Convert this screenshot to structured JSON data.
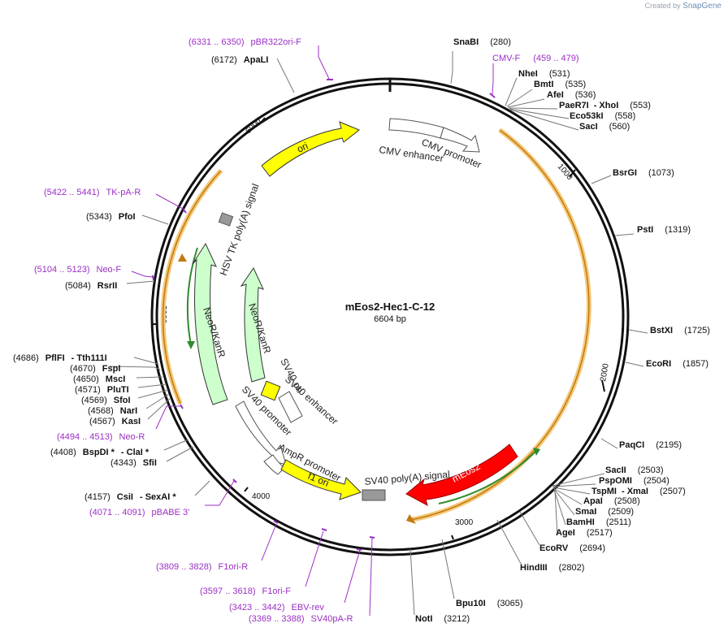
{
  "brand": {
    "prefix": "Created by",
    "name": "SnapGene"
  },
  "plasmid": {
    "name": "mEos2-Hec1-C-12",
    "length": "6604 bp"
  },
  "ticks": [
    "1000",
    "2000",
    "3000",
    "4000",
    "5000",
    "6000"
  ],
  "features": {
    "ori": "ori",
    "cmv_enhancer": "CMV enhancer",
    "cmv_promoter": "CMV promoter",
    "hsv_tk": "HSV TK poly(A) signal",
    "neor_outer": "NeoR/KanR",
    "neor_inner": "NeoR/KanR",
    "sv40_ori": "SV40 ori",
    "sv40_enhancer": "SV40 enhancer",
    "sv40_promoter": "SV40 promoter",
    "ampr_promoter": "AmpR promoter",
    "f1_ori": "f1 ori",
    "sv40_polya": "SV40 poly(A) signal",
    "meos2": "mEos2"
  },
  "sites": [
    {
      "name": "SnaBI",
      "pos": "(280)"
    },
    {
      "name": "NheI",
      "pos": "(531)"
    },
    {
      "name": "BmtI",
      "pos": "(535)"
    },
    {
      "name": "AfeI",
      "pos": "(536)"
    },
    {
      "name": "PaeR7I",
      "sep": "- XhoI",
      "pos": "(553)"
    },
    {
      "name": "Eco53kI",
      "pos": "(558)"
    },
    {
      "name": "SacI",
      "pos": "(560)"
    },
    {
      "name": "BsrGI",
      "pos": "(1073)"
    },
    {
      "name": "PstI",
      "pos": "(1319)"
    },
    {
      "name": "BstXI",
      "pos": "(1725)"
    },
    {
      "name": "EcoRI",
      "pos": "(1857)"
    },
    {
      "name": "PaqCI",
      "pos": "(2195)"
    },
    {
      "name": "SacII",
      "pos": "(2503)"
    },
    {
      "name": "PspOMI",
      "pos": "(2504)"
    },
    {
      "name": "TspMI",
      "sep": "- XmaI",
      "pos": "(2507)"
    },
    {
      "name": "ApaI",
      "pos": "(2508)"
    },
    {
      "name": "SmaI",
      "pos": "(2509)"
    },
    {
      "name": "BamHI",
      "pos": "(2511)"
    },
    {
      "name": "AgeI",
      "pos": "(2517)"
    },
    {
      "name": "EcoRV",
      "pos": "(2694)"
    },
    {
      "name": "HindIII",
      "pos": "(2802)"
    },
    {
      "name": "Bpu10I",
      "pos": "(3065)"
    },
    {
      "name": "NotI",
      "pos": "(3212)"
    },
    {
      "name": "ApaLI",
      "pos": "(6172)"
    },
    {
      "name": "PfoI",
      "pos": "(5343)"
    },
    {
      "name": "RsrII",
      "pos": "(5084)"
    },
    {
      "name": "PflFI",
      "sep": "- Tth111I",
      "pos": "(4686)"
    },
    {
      "name": "FspI",
      "pos": "(4670)"
    },
    {
      "name": "MscI",
      "pos": "(4650)"
    },
    {
      "name": "PluTI",
      "pos": "(4571)"
    },
    {
      "name": "SfoI",
      "pos": "(4569)"
    },
    {
      "name": "NarI",
      "pos": "(4568)"
    },
    {
      "name": "KasI",
      "pos": "(4567)"
    },
    {
      "name": "BspDI *",
      "sep": "- ClaI *",
      "pos": "(4408)"
    },
    {
      "name": "SfiI",
      "pos": "(4343)"
    },
    {
      "name": "CsiI",
      "sep": "- SexAI *",
      "pos": "(4157)"
    }
  ],
  "primers": [
    {
      "range": "(6331 .. 6350)",
      "name": "pBR322ori-F"
    },
    {
      "range": "(459 .. 479)",
      "name": "CMV-F"
    },
    {
      "range": "(5422 .. 5441)",
      "name": "TK-pA-R"
    },
    {
      "range": "(5104 .. 5123)",
      "name": "Neo-F"
    },
    {
      "range": "(4494 .. 4513)",
      "name": "Neo-R"
    },
    {
      "range": "(4071 .. 4091)",
      "name": "pBABE 3'"
    },
    {
      "range": "(3809 .. 3828)",
      "name": "F1ori-R"
    },
    {
      "range": "(3597 .. 3618)",
      "name": "F1ori-F"
    },
    {
      "range": "(3423 .. 3442)",
      "name": "EBV-rev"
    },
    {
      "range": "(3369 .. 3388)",
      "name": "SV40pA-R"
    }
  ],
  "colors": {
    "backbone": "#111111",
    "ori": "#ffff00",
    "neor": "#ccffcc",
    "meos2": "#ff0000",
    "orf": "#f5c97a",
    "primer": "#9a2fc4",
    "terminator": "#999999"
  }
}
